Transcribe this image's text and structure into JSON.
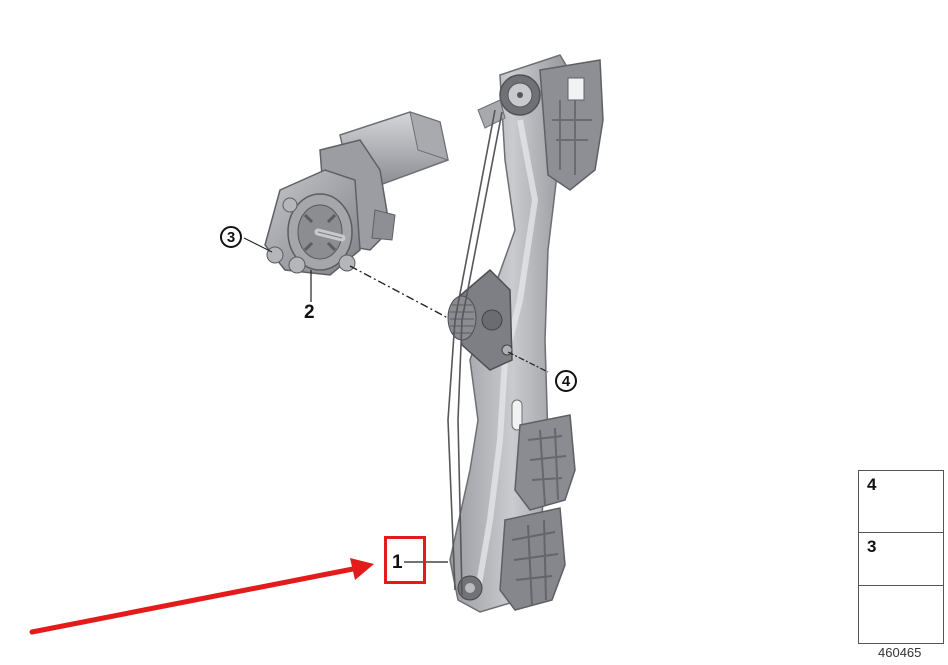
{
  "diagram": {
    "title": "Window regulator assembly parts diagram",
    "diagram_id": "460465",
    "parts": [
      {
        "number": "1",
        "label": "1",
        "name": "window-regulator",
        "style": "plain",
        "highlighted": true
      },
      {
        "number": "2",
        "label": "2",
        "name": "window-motor",
        "style": "plain",
        "highlighted": false
      },
      {
        "number": "3",
        "label": "3",
        "name": "flange-nut",
        "style": "circled",
        "highlighted": false
      },
      {
        "number": "4",
        "label": "4",
        "name": "screw",
        "style": "circled",
        "highlighted": false
      }
    ],
    "legend": {
      "items": [
        {
          "number": "4",
          "icon": "screw-icon"
        },
        {
          "number": "3",
          "icon": "flange-nut-icon"
        },
        {
          "number": "",
          "icon": "direction-arrow-icon"
        }
      ]
    },
    "annotation": {
      "arrow_color": "#e31b1b",
      "box_color": "#e31b1b",
      "points_to_part": "1"
    }
  }
}
